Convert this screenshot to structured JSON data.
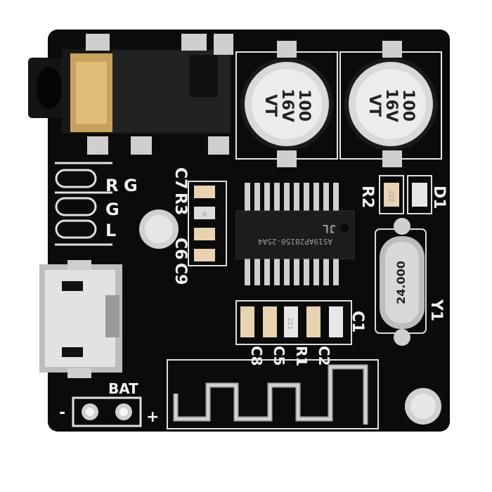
{
  "photo": {
    "subject": "Bluetooth audio receiver PCB module",
    "colors": {
      "board": "#0b0b0b",
      "silkscreen": "#f2f2f2",
      "pad": "#c9c9c9",
      "gold": "#c8a25a",
      "capacitor_top": "#d9d9d9"
    }
  },
  "silkscreen": {
    "led_r": "R",
    "led_g": "G",
    "led_g2": "G",
    "led_l": "L",
    "c7": "C7",
    "r3": "R3",
    "c6": "C6",
    "c9": "C9",
    "r2": "R2",
    "d1": "D1",
    "y1": "Y1",
    "c1": "C1",
    "c8": "C8",
    "c5": "C5",
    "r1": "R1",
    "c2": "C2",
    "bat": "BAT",
    "minus": "-",
    "plus": "+"
  },
  "capacitors": [
    {
      "line1": "100",
      "line2": "16V",
      "line3": "VT"
    },
    {
      "line1": "100",
      "line2": "16V",
      "line3": "VT"
    }
  ],
  "chip": {
    "logo": "JL",
    "marking": "AS19AP28150-25A4"
  },
  "crystal": {
    "marking": "24.000"
  },
  "resistors": {
    "r1_code": "223",
    "r2_code": "222",
    "small_code": "0"
  }
}
